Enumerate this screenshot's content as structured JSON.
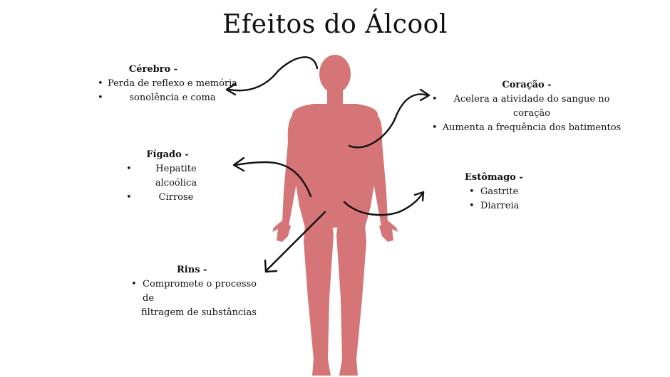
{
  "title": "Efeitos do Álcool",
  "colors": {
    "body": "#d57577",
    "arrow": "#111111"
  },
  "sections": {
    "cerebro": {
      "heading": "Cérebro -",
      "items": [
        "Perda de reflexo e memória",
        "sonolência e coma"
      ]
    },
    "coracao": {
      "heading": "Coração -",
      "items": [
        "Acelera a atividade do sangue no coração",
        "Aumenta a frequência dos batimentos"
      ]
    },
    "figado": {
      "heading": "Fígado -",
      "items": [
        "Hepatite alcoólica",
        "Cirrose"
      ]
    },
    "estomago": {
      "heading": "Estômago -",
      "items": [
        "Gastrite",
        "Diarreia"
      ]
    },
    "rins": {
      "heading": "Rins -",
      "items": [
        "Compromete o processo de",
        "filtragem de substâncias"
      ]
    }
  }
}
